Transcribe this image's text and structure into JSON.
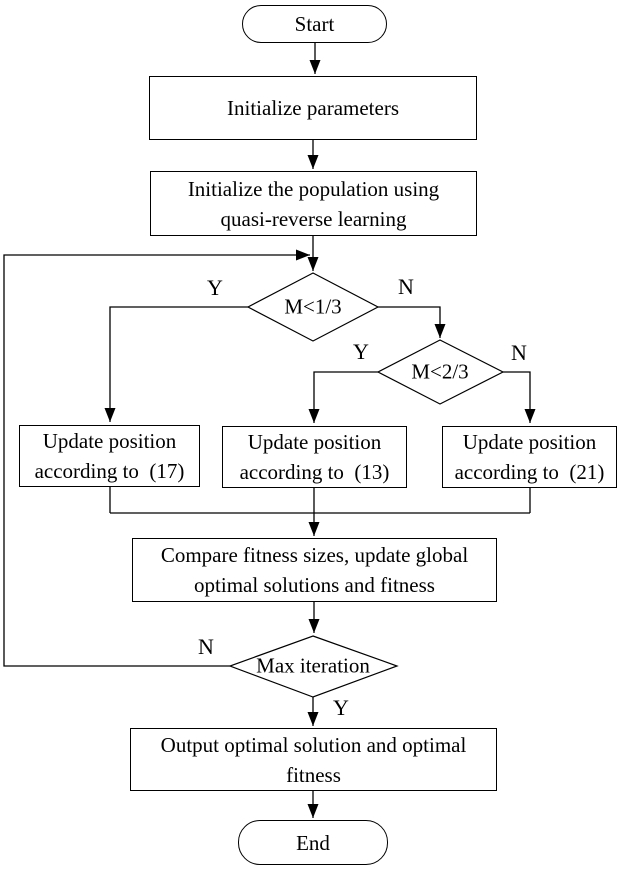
{
  "colors": {
    "line": "#000000",
    "background": "#ffffff",
    "text": "#000000"
  },
  "flowchart": {
    "nodes": {
      "start": {
        "label": "Start"
      },
      "init_params": {
        "label": "Initialize parameters"
      },
      "init_pop": {
        "line1": "Initialize the population using",
        "line2": "quasi-reverse learning"
      },
      "decision_m13": {
        "label": "M<1/3"
      },
      "decision_m23": {
        "label": "M<2/3"
      },
      "update_17": {
        "line1": "Update position",
        "line2": "according to  (17)"
      },
      "update_13": {
        "line1": "Update position",
        "line2": "according to  (13)"
      },
      "update_21": {
        "line1": "Update position",
        "line2": "according to  (21)"
      },
      "compare": {
        "line1": "Compare fitness sizes, update global",
        "line2": "optimal solutions and fitness"
      },
      "max_iteration": {
        "label": "Max iteration"
      },
      "output": {
        "line1": "Output optimal solution and optimal",
        "line2": "fitness"
      },
      "end": {
        "label": "End"
      }
    },
    "branch_labels": {
      "m13_yes": "Y",
      "m13_no": "N",
      "m23_yes": "Y",
      "m23_no": "N",
      "maxiter_no": "N",
      "maxiter_yes": "Y"
    }
  }
}
